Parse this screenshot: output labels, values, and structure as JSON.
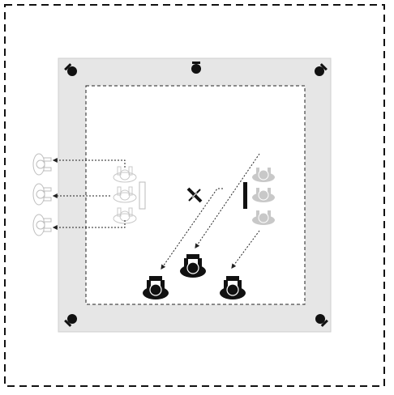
{
  "colors": {
    "background": "#ffffff",
    "outer_border": "#111111",
    "room_fill": "#e6e6e6",
    "room_border": "#bdbdbd",
    "inner_area": "#ffffff",
    "inner_border": "#222222",
    "dark_figure": "#111111",
    "ghost_figure_light": "#c8c8c8",
    "ghost_figure_outline": "#bdbdbd",
    "arrow": "#222222",
    "panel": "#111111"
  },
  "icons": {
    "corner_markers": "camera-marker-icon",
    "top_center_marker": "camera-marker-icon",
    "cross_marker": "cross-marker-icon",
    "seated_figure": "seated-figure-icon",
    "outline_figure": "outline-figure-icon"
  },
  "diagram": {
    "corner_marker_count": 5,
    "dark_figure_count": 3,
    "grey_figure_count": 3,
    "left_outline_figure_count": 3,
    "ghost_center_figure_count": 3,
    "arrow_count": 6
  }
}
